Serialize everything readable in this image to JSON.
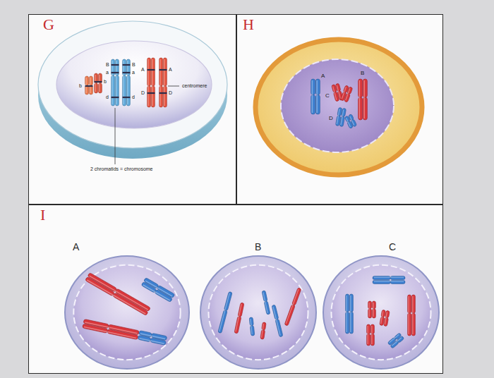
{
  "diagram": {
    "nodes": [
      {
        "text": [
          "G"
        ]
      },
      {
        "text": [
          "H"
        ]
      },
      {
        "text": [
          "I"
        ]
      },
      {
        "text": [
          "A"
        ],
        "in": 2
      },
      {
        "text": [
          "B"
        ],
        "in": 2
      },
      {
        "text": [
          "C"
        ],
        "in": 2
      }
    ],
    "labels": [
      "B",
      "B",
      "a",
      "a",
      "A",
      "A",
      "b",
      "b",
      "D",
      "D",
      "d",
      "d",
      "centromere",
      "2 chromatids = chromosome",
      "A",
      "B",
      "C",
      "D"
    ]
  }
}
